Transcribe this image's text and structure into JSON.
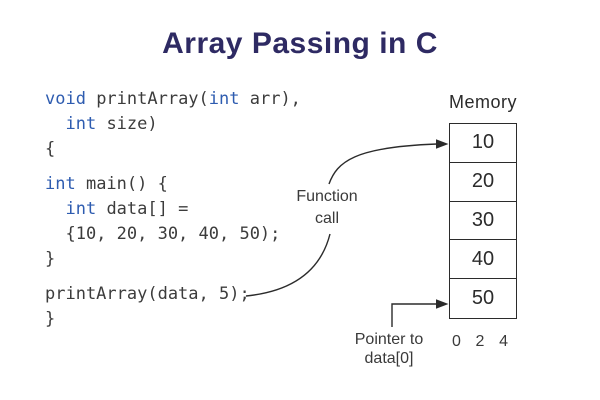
{
  "title": "Array Passing in C",
  "colors": {
    "title": "#2e2a63",
    "keyword": "#2e5cb0",
    "code_text": "#3c3c3c",
    "label": "#3a3a3a",
    "line": "#2b2b2b",
    "background": "#ffffff"
  },
  "code": {
    "blocks": [
      {
        "lines": [
          [
            {
              "t": "void",
              "k": 1
            },
            {
              "t": " printArray("
            },
            {
              "t": "int",
              "k": 1
            },
            {
              "t": " arr),"
            }
          ],
          [
            {
              "t": "  "
            },
            {
              "t": "int",
              "k": 1
            },
            {
              "t": " size)"
            }
          ],
          [
            {
              "t": "{"
            }
          ]
        ]
      },
      {
        "lines": [
          [
            {
              "t": "int",
              "k": 1
            },
            {
              "t": " main() {"
            }
          ],
          [
            {
              "t": "  "
            },
            {
              "t": "int",
              "k": 1
            },
            {
              "t": " data[] ="
            }
          ],
          [
            {
              "t": "  {10, 20, 30, 40, 50);"
            }
          ],
          [
            {
              "t": "}"
            }
          ]
        ]
      },
      {
        "lines": [
          [
            {
              "t": "printArray(data, 5);"
            }
          ],
          [
            {
              "t": "}"
            }
          ]
        ]
      }
    ]
  },
  "memory": {
    "label": "Memory",
    "cells": [
      "10",
      "20",
      "30",
      "40",
      "50"
    ],
    "index_labels": [
      "0",
      "2",
      "4"
    ]
  },
  "annotations": {
    "function_call": {
      "line1": "Function",
      "line2": "call"
    },
    "pointer": {
      "line1": "Pointer to",
      "line2": "data[0]"
    }
  }
}
